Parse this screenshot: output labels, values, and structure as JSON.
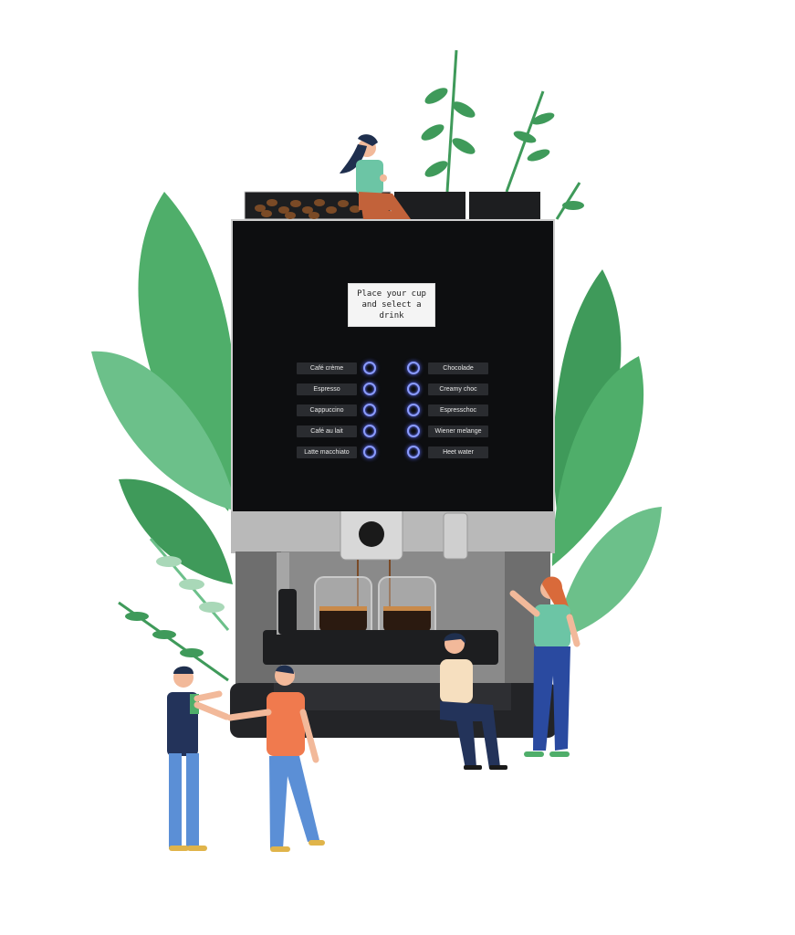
{
  "screen": {
    "line1": "Place your cup",
    "line2": "and select a drink"
  },
  "drinks_left": [
    {
      "label": "Café crème"
    },
    {
      "label": "Espresso"
    },
    {
      "label": "Cappuccino"
    },
    {
      "label": "Café au lait"
    },
    {
      "label": "Latte macchiato"
    }
  ],
  "drinks_right": [
    {
      "label": "Chocolade"
    },
    {
      "label": "Creamy choc"
    },
    {
      "label": "Espresschoc"
    },
    {
      "label": "Wiener melange"
    },
    {
      "label": "Heet water"
    }
  ],
  "colors": {
    "panel": "#0d0e10",
    "button_glow": "#8a9bff",
    "leaf_dark": "#3f9a5a",
    "leaf_light": "#6cc08a",
    "coffee": "#7a4a26"
  }
}
